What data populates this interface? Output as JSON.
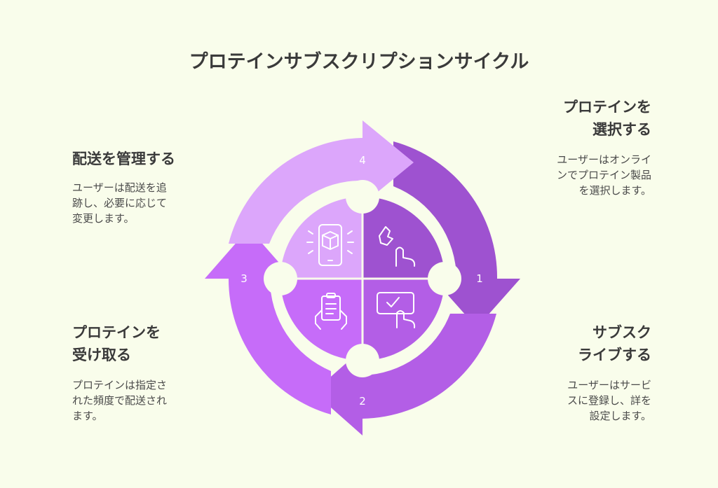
{
  "title": "プロテインサブスクリプションサイクル",
  "steps": [
    {
      "number": "1",
      "heading_lines": [
        "プロテインを",
        "選択する"
      ],
      "description_lines": [
        "ユーザーはオンライ",
        "ンでプロテイン製品",
        "を選択します。"
      ],
      "icon": "hand-pointing-icon",
      "color": "#9e52d0"
    },
    {
      "number": "2",
      "heading_lines": [
        "サブスク",
        "ライブする"
      ],
      "description_lines": [
        "ユーザーはサービ",
        "スに登録し、詳を",
        "設定します。"
      ],
      "icon": "checkbox-tap-icon",
      "color": "#b35ee6"
    },
    {
      "number": "3",
      "heading_lines": [
        "プロテインを",
        "受け取る"
      ],
      "description_lines": [
        "プロテインは指定さ",
        "れた頻度で配送され",
        "ます。"
      ],
      "icon": "clipboard-hands-icon",
      "color": "#c66cf9"
    },
    {
      "number": "4",
      "heading_lines": [
        "配送を管理する"
      ],
      "description_lines": [
        "ユーザーは配送を追",
        "跡し、必要に応じて",
        "変更します。"
      ],
      "icon": "phone-package-icon",
      "color": "#dca6fb"
    }
  ]
}
